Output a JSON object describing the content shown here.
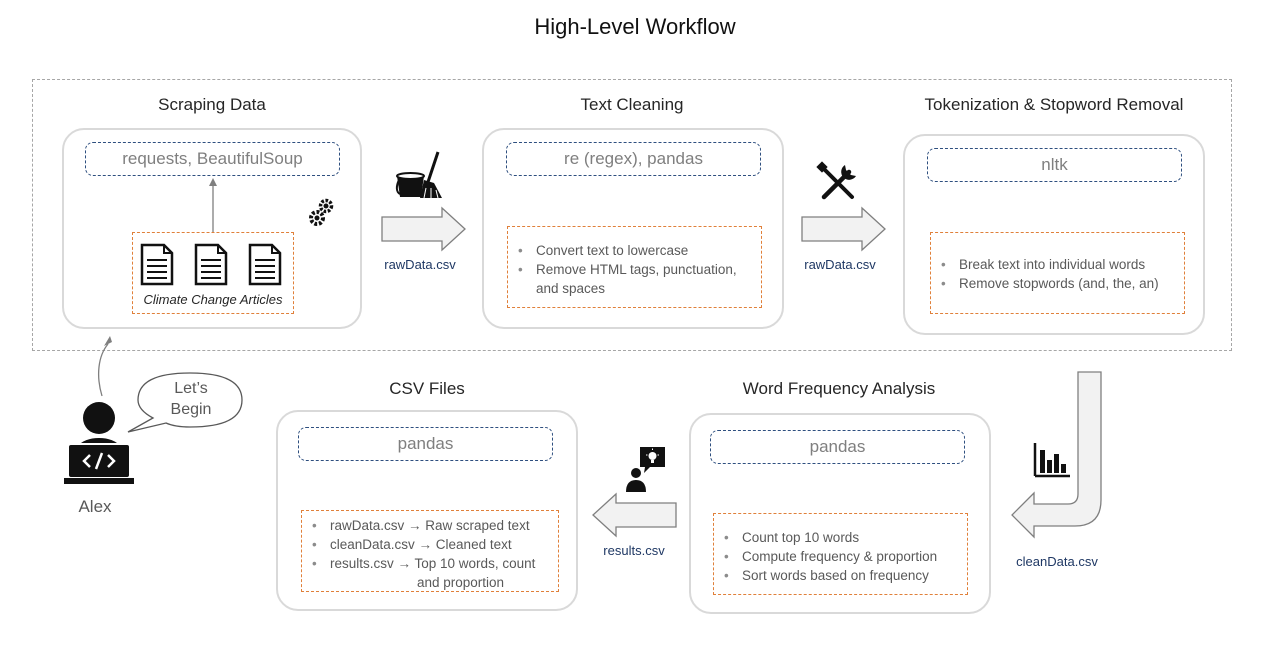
{
  "diagram": {
    "title": "High-Level Workflow",
    "stages": {
      "scraping": {
        "title": "Scraping Data",
        "tool": "requests, BeautifulSoup",
        "caption": "Climate Change Articles"
      },
      "cleaning": {
        "title": "Text Cleaning",
        "tool": "re (regex), pandas",
        "steps": [
          "Convert text to lowercase",
          "Remove HTML tags, punctuation,",
          "and spaces"
        ]
      },
      "tokenization": {
        "title": "Tokenization & Stopword Removal",
        "tool": "nltk",
        "steps": [
          "Break text into individual words",
          "Remove stopwords (and, the, an)"
        ]
      },
      "frequency": {
        "title": "Word Frequency Analysis",
        "tool": "pandas",
        "steps": [
          "Count top 10 words",
          "Compute frequency & proportion",
          "Sort words based on frequency"
        ]
      },
      "csv": {
        "title": "CSV Files",
        "tool": "pandas",
        "steps": [
          "rawData.csv → Raw scraped text",
          "cleanData.csv → Cleaned text",
          "results.csv → Top 10 words, count",
          "and proportion"
        ]
      }
    },
    "files": {
      "arrow1": "rawData.csv",
      "arrow2": "rawData.csv",
      "arrow3": "cleanData.csv",
      "arrow4": "results.csv"
    },
    "user": {
      "name": "Alex",
      "speech_line1": "Let’s",
      "speech_line2": "Begin"
    },
    "icons": [
      "document-icon",
      "gears-icon",
      "bucket-broom-icon",
      "tools-icon",
      "bar-chart-icon",
      "person-idea-icon",
      "developer-icon"
    ]
  }
}
